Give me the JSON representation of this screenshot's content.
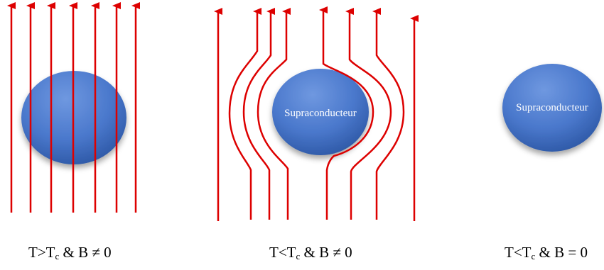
{
  "panels": [
    {
      "caption": {
        "t": "T>T",
        "sub": "c",
        "rest": " & B ≠ 0"
      }
    },
    {
      "label": "Supraconducteur",
      "caption": {
        "t": "T<T",
        "sub": "c",
        "rest": " & B ≠ 0"
      }
    },
    {
      "label": "Supraconducteur",
      "caption": {
        "t": "T<T",
        "sub": "c",
        "rest": " & B = 0"
      }
    }
  ],
  "colors": {
    "field_line": "#dd0000",
    "sphere": "#4a78cc",
    "background": "#ffffff"
  }
}
